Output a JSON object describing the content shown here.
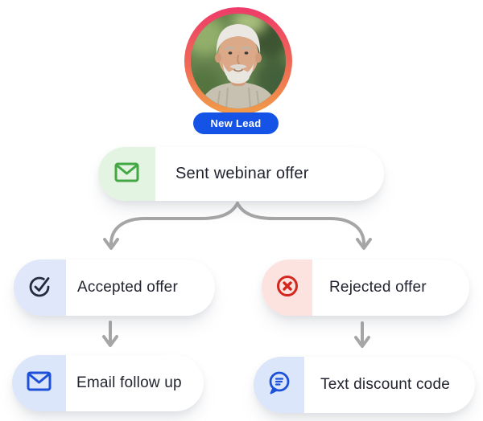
{
  "lead": {
    "badge_label": "New Lead",
    "badge_color": "#1453e6",
    "ring_gradient_top": "#ee3b69",
    "ring_gradient_bottom": "#f09d49",
    "avatar": "older-man-with-white-beard-photo"
  },
  "nodes": [
    {
      "id": "sent-webinar-offer",
      "label": "Sent webinar offer",
      "icon": "envelope-icon",
      "icon_color": "#43a843",
      "section_bg": "#e4f4e2"
    },
    {
      "id": "accepted-offer",
      "label": "Accepted offer",
      "icon": "check-circle-icon",
      "icon_color": "#242b3e",
      "section_bg": "#e0e7fa"
    },
    {
      "id": "rejected-offer",
      "label": "Rejected offer",
      "icon": "x-circle-icon",
      "icon_color": "#d3271d",
      "section_bg": "#fce3e0"
    },
    {
      "id": "email-follow-up",
      "label": "Email follow up",
      "icon": "envelope-icon",
      "icon_color": "#1d52d8",
      "section_bg": "#dbe6fa"
    },
    {
      "id": "text-discount-code",
      "label": "Text discount code",
      "icon": "chat-bubble-icon",
      "icon_color": "#1d52d8",
      "section_bg": "#dbe6fa"
    }
  ],
  "connectors": {
    "color": "#a6a6a6",
    "edges": [
      "sent-webinar-offer -> accepted-offer",
      "sent-webinar-offer -> rejected-offer",
      "accepted-offer -> email-follow-up",
      "rejected-offer -> text-discount-code"
    ]
  },
  "text_color": "#22242f"
}
